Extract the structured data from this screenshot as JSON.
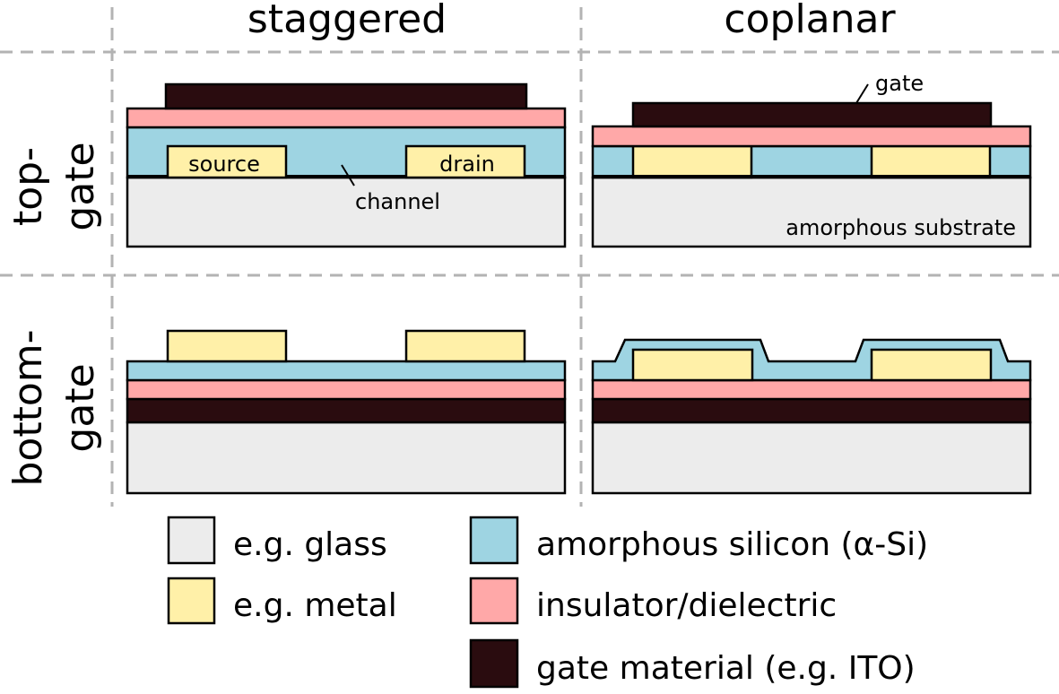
{
  "columns": {
    "staggered": "staggered",
    "coplanar": "coplanar"
  },
  "rows": {
    "top_gate": [
      "top-",
      "gate"
    ],
    "bottom_gate": [
      "bottom-",
      "gate"
    ]
  },
  "labels": {
    "source": "source",
    "drain": "drain",
    "channel": "channel",
    "gate": "gate",
    "substrate": "amorphous substrate"
  },
  "legend": {
    "glass": {
      "label": "e.g. glass",
      "color": "#ececec"
    },
    "metal": {
      "label": "e.g. metal",
      "color": "#fff0a8"
    },
    "silicon": {
      "label": "amorphous silicon (α-Si)",
      "color": "#9ed4e2"
    },
    "insulator": {
      "label": "insulator/dielectric",
      "color": "#ffa8a8"
    },
    "gate_material": {
      "label": "gate material (e.g. ITO)",
      "color": "#2a0c0f"
    }
  }
}
